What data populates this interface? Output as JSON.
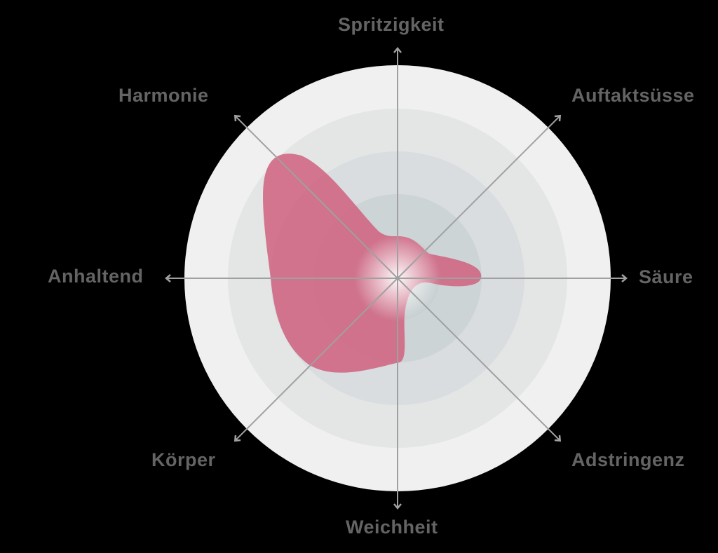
{
  "chart_data": {
    "type": "radar",
    "title": "",
    "axes": [
      "Spritzigkeit",
      "Auftaktsüsse",
      "Säure",
      "Adstringenz",
      "Weichheit",
      "Körper",
      "Anhaltend",
      "Harmonie"
    ],
    "values": [
      1,
      1,
      2,
      0,
      2,
      3,
      3,
      4
    ],
    "range": [
      0,
      5
    ],
    "rings": 5,
    "grid": true,
    "legend": "none"
  },
  "colors": {
    "background": "#000000",
    "ring_1": "#f0f0f0",
    "ring_2": "#e4e6e6",
    "ring_3": "#d9dde0",
    "ring_4": "#ccd4d6",
    "ring_5": "#c6cecf",
    "axis": "#a0a0a0",
    "shape": "#d0607f",
    "label": "#646464"
  },
  "labels": {
    "top": "Spritzigkeit",
    "top_right": "Auftaktsüsse",
    "right": "Säure",
    "bottom_right": "Adstringenz",
    "bottom": "Weichheit",
    "bottom_left": "Körper",
    "left": "Anhaltend",
    "top_left": "Harmonie"
  }
}
